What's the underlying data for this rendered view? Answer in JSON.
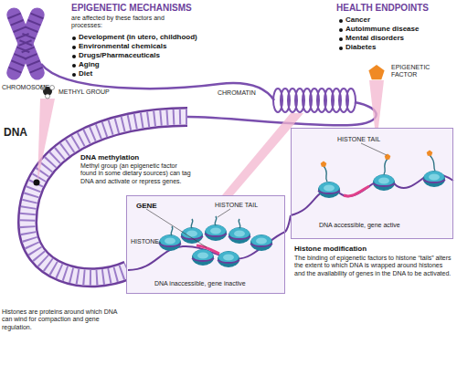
{
  "diagram": {
    "nodes": [
      {
        "text": [
          "GENE",
          "HISTONE TAIL",
          "HISTONE",
          "DNA inaccessible, gene inactive"
        ]
      },
      {
        "text": [
          "HISTONE TAIL",
          "DNA accessible, gene active"
        ]
      }
    ],
    "labels": [
      "EPIGENETIC MECHANISMS",
      "are affected by these factors and processes:",
      "Development (in utero, childhood)",
      "Environmental chemicals",
      "Drugs/Pharmaceuticals",
      "Aging",
      "Diet",
      "CHROMOSOME",
      "CHROMATIN",
      "HEALTH ENDPOINTS",
      "Cancer",
      "Autoimmune disease",
      "Mental disorders",
      "Diabetes",
      "EPIGENETIC FACTOR",
      "METHYL GROUP",
      "DNA",
      "DNA methylation",
      "Methyl group (an epigenetic factor found in some dietary sources) can tag DNA and activate or repress genes.",
      "Histones are proteins around which DNA can wind for compaction and gene regulation.",
      "Histone modification",
      "The binding of epigenetic factors to histone “tails” alters the extent to which DNA is wrapped around histones and the availability of genes in the DNA to be activated."
    ]
  }
}
